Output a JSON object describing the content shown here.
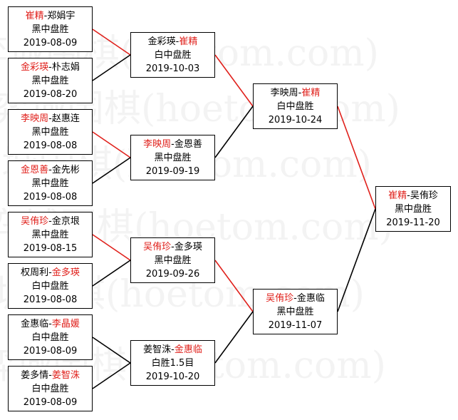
{
  "colors": {
    "winner": "#e0201b",
    "line_win": "#e0201b",
    "line_lose": "#000000",
    "border": "#000000"
  },
  "watermark": "弈城围棋(hoetom.com)",
  "rounds": {
    "r1": [
      {
        "p1": "崔精",
        "p2": "郑娟宇",
        "winner": 1,
        "result": "黑中盘胜",
        "date": "2019-08-09"
      },
      {
        "p1": "金彩瑛",
        "p2": "朴志娟",
        "winner": 1,
        "result": "黑中盘胜",
        "date": "2019-08-20"
      },
      {
        "p1": "李映周",
        "p2": "赵惠连",
        "winner": 1,
        "result": "黑中盘胜",
        "date": "2019-08-08"
      },
      {
        "p1": "金恩善",
        "p2": "金先彬",
        "winner": 1,
        "result": "黑中盘胜",
        "date": "2019-08-08"
      },
      {
        "p1": "吴侑珍",
        "p2": "金京垠",
        "winner": 1,
        "result": "黑中盘胜",
        "date": "2019-08-15"
      },
      {
        "p1": "权周利",
        "p2": "金多瑛",
        "winner": 2,
        "result": "白中盘胜",
        "date": "2019-08-08"
      },
      {
        "p1": "金惠临",
        "p2": "李晶媛",
        "winner": 2,
        "result": "白中盘胜",
        "date": "2019-08-09"
      },
      {
        "p1": "姜多情",
        "p2": "姜智洙",
        "winner": 2,
        "result": "白中盘胜",
        "date": "2019-08-09"
      }
    ],
    "r2": [
      {
        "p1": "金彩瑛",
        "p2": "崔精",
        "winner": 2,
        "result": "白中盘胜",
        "date": "2019-10-03"
      },
      {
        "p1": "李映周",
        "p2": "金恩善",
        "winner": 1,
        "result": "黑中盘胜",
        "date": "2019-09-19"
      },
      {
        "p1": "吴侑珍",
        "p2": "金多瑛",
        "winner": 1,
        "result": "黑中盘胜",
        "date": "2019-09-26"
      },
      {
        "p1": "姜智洙",
        "p2": "金惠临",
        "winner": 2,
        "result": "白胜1.5目",
        "date": "2019-10-20"
      }
    ],
    "r3": [
      {
        "p1": "李映周",
        "p2": "崔精",
        "winner": 2,
        "result": "白中盘胜",
        "date": "2019-10-24"
      },
      {
        "p1": "吴侑珍",
        "p2": "金惠临",
        "winner": 1,
        "result": "黑中盘胜",
        "date": "2019-11-07"
      }
    ],
    "final": [
      {
        "p1": "崔精",
        "p2": "吴侑珍",
        "winner": 1,
        "result": "黑中盘胜",
        "date": "2019-11-20"
      }
    ]
  }
}
